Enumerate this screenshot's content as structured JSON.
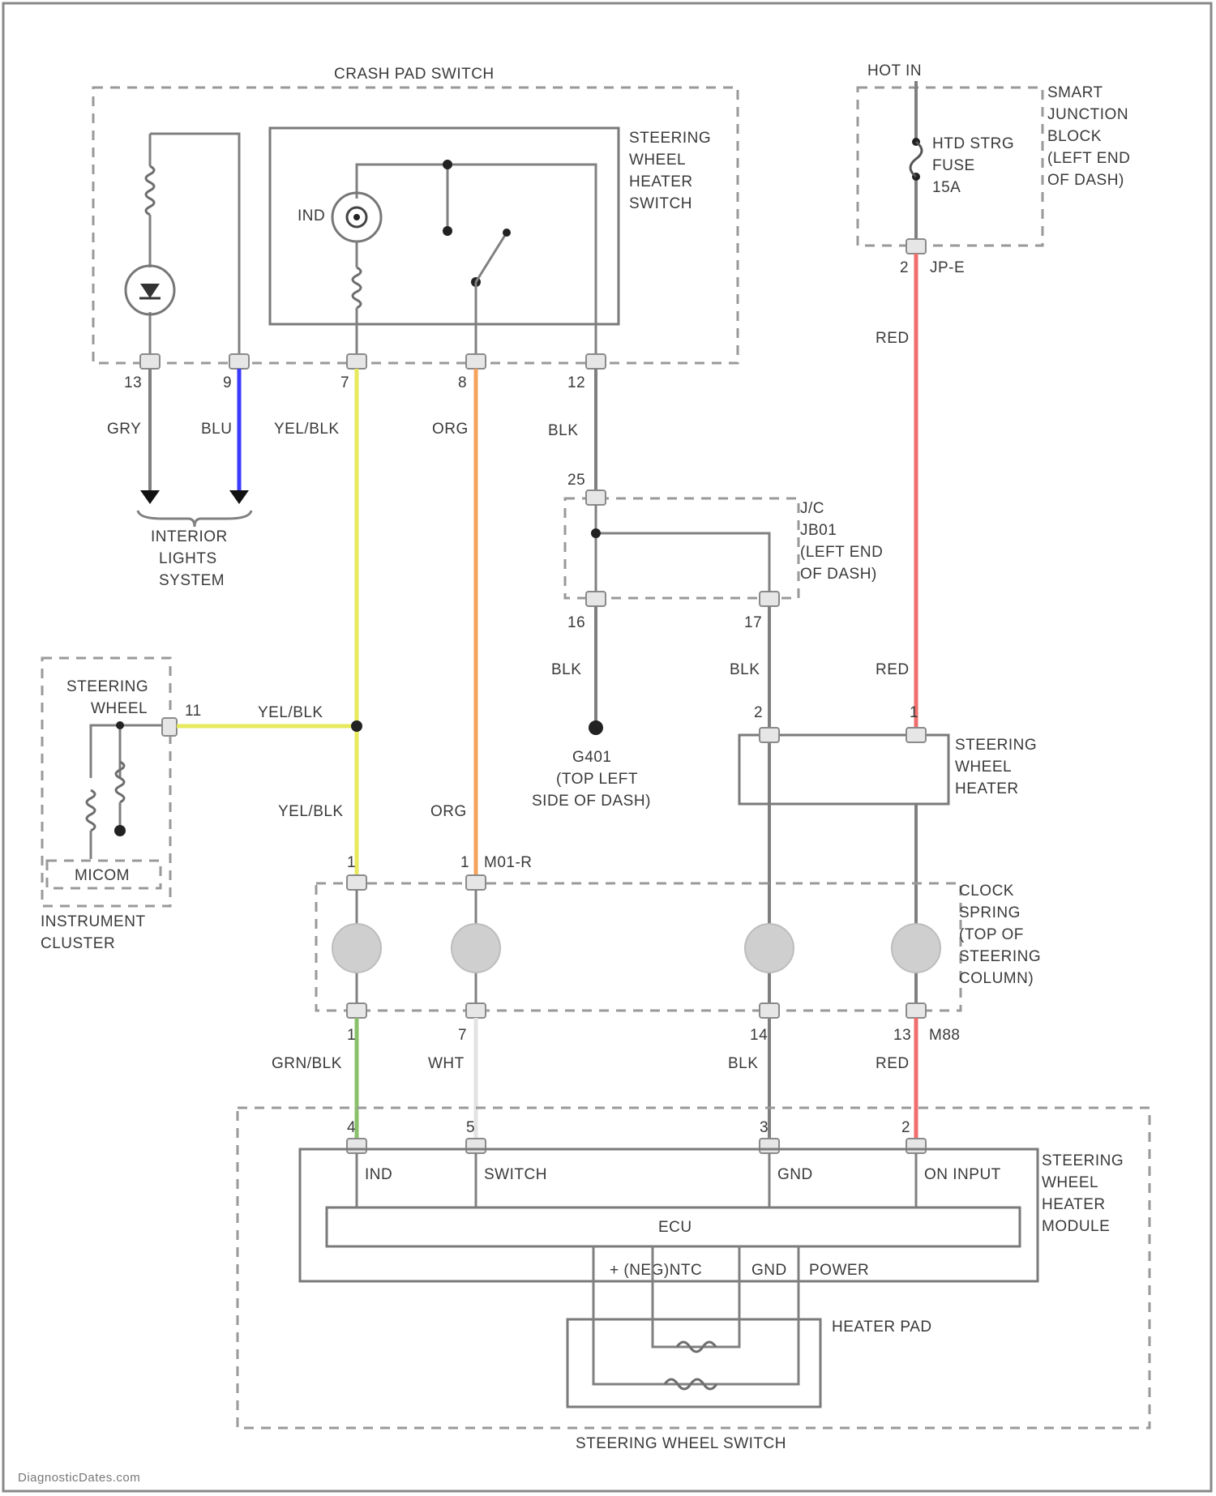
{
  "boxes": {
    "crash_pad_switch": "CRASH PAD SWITCH",
    "steering_wheel_heater_switch": [
      "STEERING",
      "WHEEL",
      "HEATER",
      "SWITCH"
    ],
    "hot_in": "HOT IN",
    "smart_junction_block": [
      "SMART",
      "JUNCTION",
      "BLOCK",
      "(LEFT END",
      "OF DASH)"
    ],
    "fuse": [
      "HTD STRG",
      "FUSE",
      "15A"
    ],
    "interior_lights": [
      "INTERIOR",
      "LIGHTS",
      "SYSTEM"
    ],
    "jc": [
      "J/C",
      "JB01",
      "(LEFT END",
      "OF DASH)"
    ],
    "ground": [
      "G401",
      "(TOP LEFT",
      "SIDE OF DASH)"
    ],
    "steering_wheel_heater": [
      "STEERING",
      "WHEEL",
      "HEATER"
    ],
    "steering_wheel": [
      "STEERING",
      "WHEEL"
    ],
    "micom": "MICOM",
    "instrument_cluster": [
      "INSTRUMENT",
      "CLUSTER"
    ],
    "clock_spring": [
      "CLOCK",
      "SPRING",
      "(TOP OF",
      "STEERING",
      "COLUMN)"
    ],
    "heater_module": [
      "STEERING",
      "WHEEL",
      "HEATER",
      "MODULE"
    ],
    "module_pins": [
      "IND",
      "SWITCH",
      "GND",
      "ON INPUT"
    ],
    "ecu": "ECU",
    "module_bottom": [
      "+ (NEG)NTC",
      "GND",
      "POWER"
    ],
    "heater_pad": "HEATER PAD",
    "steering_wheel_switch": "STEERING WHEEL SWITCH",
    "ind_label": "IND",
    "watermark": "DiagnosticDates.com"
  },
  "wires": {
    "gry": "GRY",
    "blu": "BLU",
    "yel_blk": "YEL/BLK",
    "org": "ORG",
    "blk": "BLK",
    "red": "RED",
    "grn_blk": "GRN/BLK",
    "wht": "WHT"
  },
  "pins": {
    "p13": "13",
    "p9": "9",
    "p7": "7",
    "p8": "8",
    "p12": "12",
    "p2": "2",
    "jp_e": "JP-E",
    "p25": "25",
    "p16": "16",
    "p17": "17",
    "p11": "11",
    "p2b": "2",
    "p1": "1",
    "p1a": "1",
    "m01_r": "M01-R",
    "p1b": "1",
    "p7b": "7",
    "p14": "14",
    "p13b": "13",
    "m88": "M88",
    "p4": "4",
    "p5": "5",
    "p3": "3",
    "p2c": "2"
  },
  "colors": {
    "blu": "#3b3bff",
    "yel_blk": "#e6ea5c",
    "org": "#f5a35a",
    "red": "#f06e6e",
    "grn_blk": "#8ac06a",
    "wht": "#f2f2f2",
    "gray": "#7f7f7f"
  }
}
